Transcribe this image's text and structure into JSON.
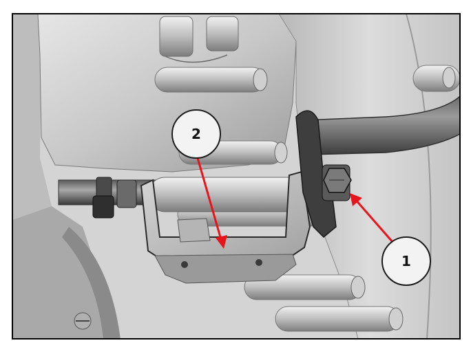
{
  "diagram": {
    "callouts": [
      {
        "id": "1",
        "label": "1"
      },
      {
        "id": "2",
        "label": "2"
      }
    ],
    "colors": {
      "frame": "#000000",
      "arrow": "#e8141c",
      "callout_fill": "#f3f3f3",
      "callout_stroke": "#1a1a1a",
      "housing": "#c9c9c9",
      "housing_dark": "#8e8e8e",
      "shadow": "#4a4a4a"
    }
  }
}
